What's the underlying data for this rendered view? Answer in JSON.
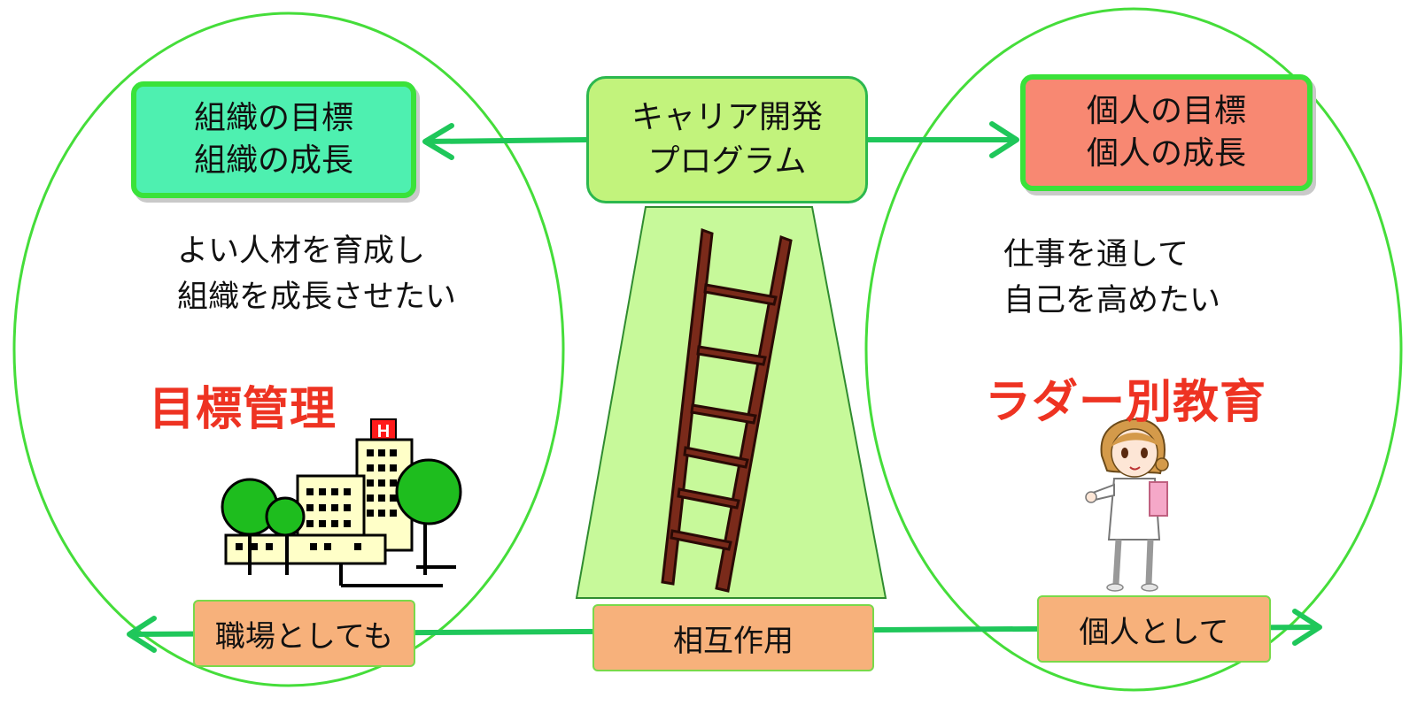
{
  "boxes": {
    "org": {
      "line1": "組織の目標",
      "line2": "組織の成長"
    },
    "career": {
      "line1": "キャリア開発",
      "line2": "プログラム"
    },
    "individual": {
      "line1": "個人の目標",
      "line2": "個人の成長"
    }
  },
  "left": {
    "text_line1": "よい人材を育成し",
    "text_line2": "組織を成長させたい",
    "heading": "目標管理"
  },
  "right": {
    "text_line1": "仕事を通して",
    "text_line2": "自己を高めたい",
    "heading": "ラダー別教育"
  },
  "bottom": {
    "left_label": "職場としても",
    "center_label": "相互作用",
    "right_label": "個人として"
  },
  "colors": {
    "ellipse": "#45dd3a",
    "arrow": "#1fc75a",
    "heading": "#ee3322",
    "org_fill": "#4ef0b0",
    "individual_fill": "#f88872",
    "career_fill": "#c2f37c",
    "tag_fill": "#f7b17b",
    "beam_fill": "#c7f99a"
  },
  "icons": [
    "hospital-icon",
    "ladder-icon",
    "nurse-icon"
  ]
}
